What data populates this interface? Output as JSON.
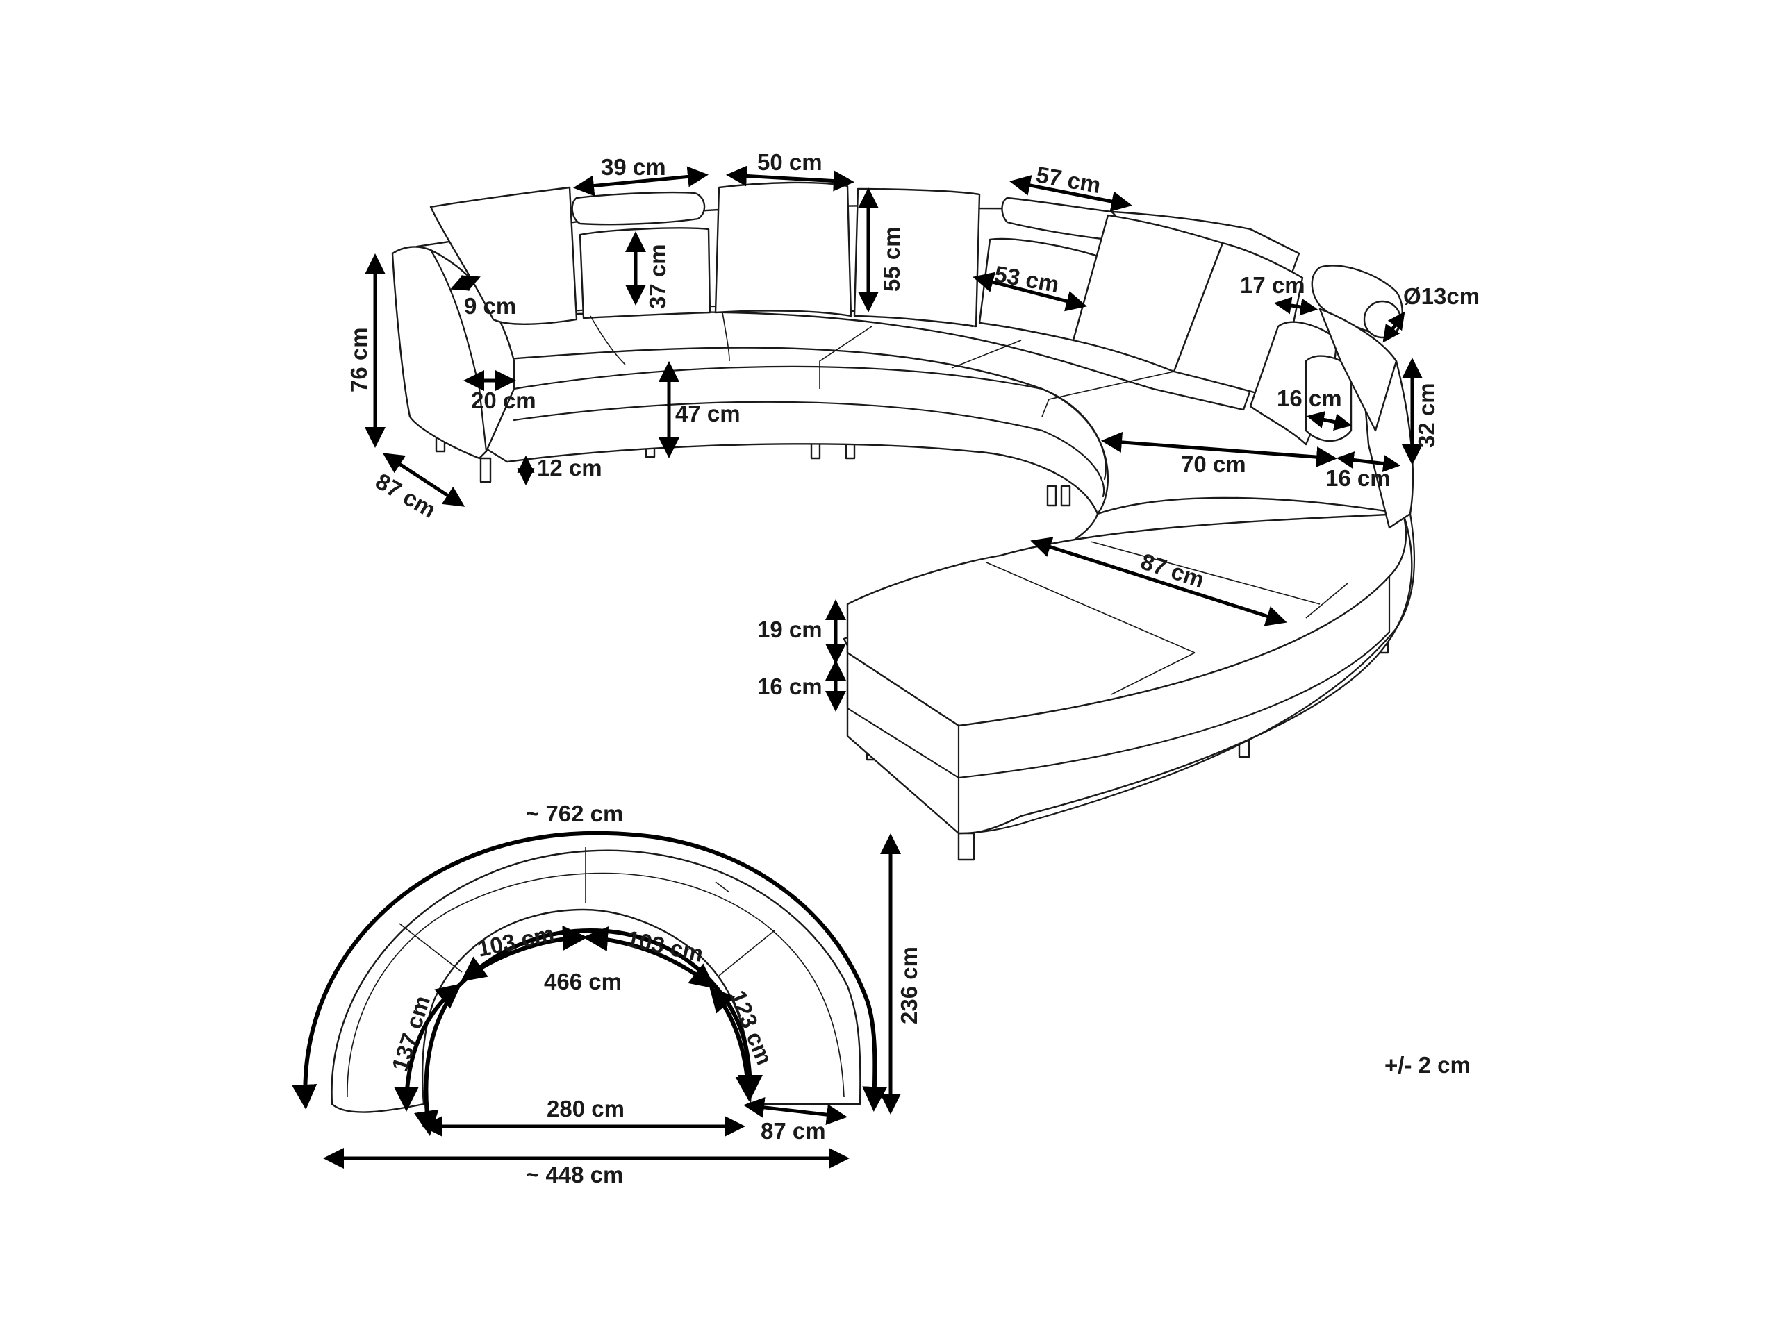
{
  "drawing": {
    "tolerance": "+/- 2 cm",
    "perspective_dimensions": {
      "headrest_width": "39 cm",
      "back_cushion_width": "50 cm",
      "headrest_width_2": "57 cm",
      "headrest_height": "37 cm",
      "back_cushion_height": "55 cm",
      "back_cushion_width_2": "53 cm",
      "armrest_inner": "9 cm",
      "armrest_width": "20 cm",
      "overall_height": "76 cm",
      "seat_height": "47 cm",
      "leg_height": "12 cm",
      "depth": "87 cm",
      "pillow_width": "17 cm",
      "bolster_diameter": "Ø13cm",
      "pillow_depth": "16 cm",
      "arm_height": "32 cm",
      "seat_depth": "70 cm",
      "arm_width": "16 cm",
      "chaise_depth": "87 cm",
      "cushion_height": "19 cm",
      "base_height": "16 cm"
    },
    "plan_dimensions": {
      "outer_arc": "~ 762 cm",
      "inner_arc_left": "103 cm",
      "inner_arc_right": "103 cm",
      "inner_arc_total": "466 cm",
      "left_section": "137 cm",
      "right_section": "123 cm",
      "inner_width": "280 cm",
      "end_depth": "87 cm",
      "overall_width": "~ 448 cm",
      "overall_depth": "236 cm"
    }
  }
}
